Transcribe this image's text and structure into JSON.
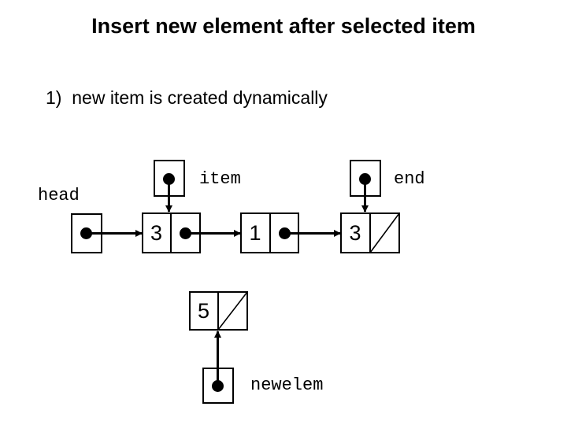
{
  "slide": {
    "title": "Insert new element after selected item",
    "step_text": "1)  new item is created dynamically",
    "background_color": "#ffffff",
    "ink_color": "#000000"
  },
  "diagram": {
    "type": "linked-list",
    "pointers": [
      {
        "name": "head",
        "label": "head",
        "target": "node-3a"
      },
      {
        "name": "item",
        "label": "item",
        "target": "node-3a"
      },
      {
        "name": "end",
        "label": "end",
        "target": "node-3b"
      },
      {
        "name": "newelem",
        "label": "newelem",
        "target": "node-5"
      }
    ],
    "nodes": [
      {
        "id": "node-3a",
        "value": "3",
        "next": "node-1",
        "next_is_null": false
      },
      {
        "id": "node-1",
        "value": "1",
        "next": "node-3b",
        "next_is_null": false
      },
      {
        "id": "node-3b",
        "value": "3",
        "next": null,
        "next_is_null": true
      },
      {
        "id": "node-5",
        "value": "5",
        "next": null,
        "next_is_null": true
      }
    ],
    "list_values": [
      "3",
      "1",
      "3"
    ],
    "new_node_value": "5"
  }
}
